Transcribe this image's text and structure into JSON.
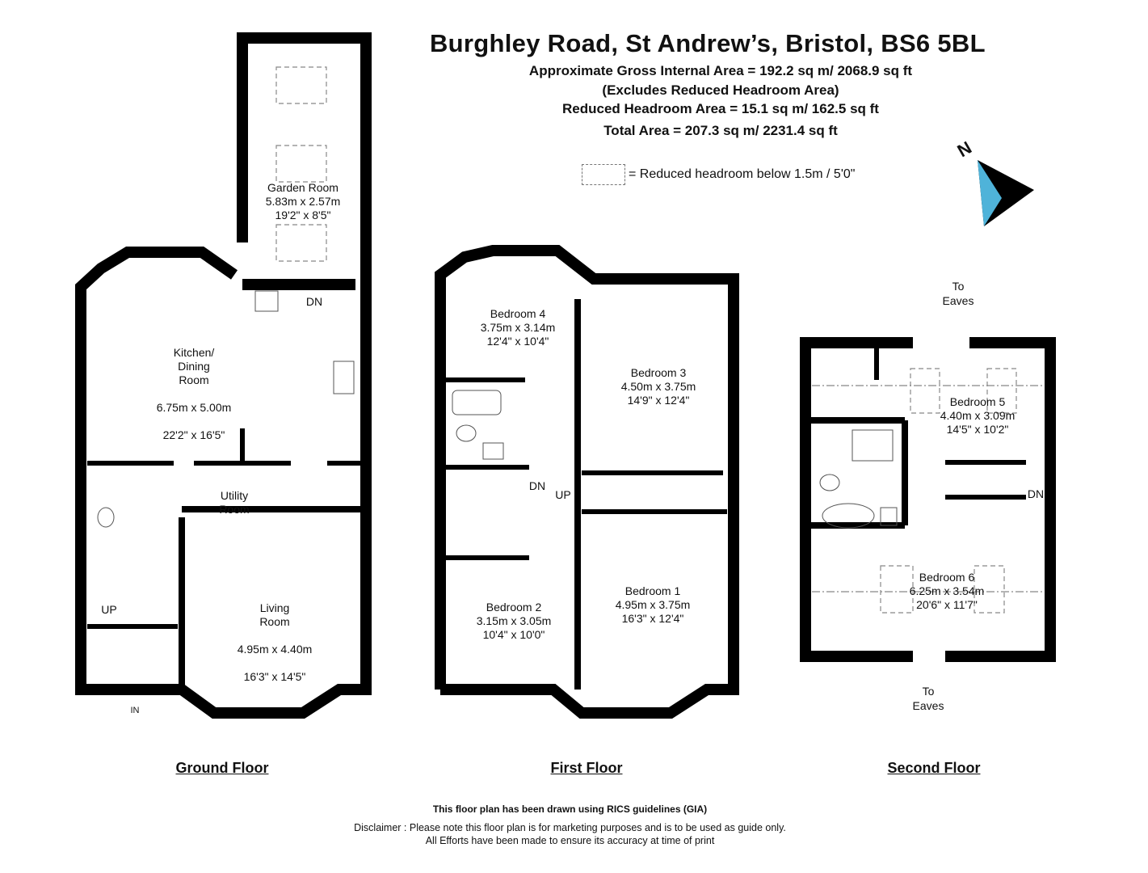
{
  "header": {
    "title": "Burghley Road, St Andrew’s, Bristol, BS6 5BL",
    "gross_area": "Approximate Gross Internal Area = 192.2 sq m/ 2068.9 sq ft",
    "excludes": "(Excludes Reduced Headroom Area)",
    "reduced_area": "Reduced Headroom Area = 15.1 sq m/ 162.5 sq ft",
    "total_area": "Total Area = 207.3 sq m/ 2231.4 sq ft",
    "legend": "= Reduced headroom below 1.5m / 5'0\""
  },
  "compass": {
    "label": "N",
    "color": "#4fb3d9"
  },
  "ground_floor": {
    "label": "Ground Floor",
    "rooms": [
      {
        "name": "Garden Room",
        "metric": "5.83m x 2.57m",
        "imperial": "19'2\" x 8'5\""
      },
      {
        "name": "Kitchen/\nDining\nRoom",
        "metric": "6.75m x 5.00m",
        "imperial": "22'2\" x 16'5\""
      },
      {
        "name": "Utility\nRoom"
      },
      {
        "name": "Living\nRoom",
        "metric": "4.95m x 4.40m",
        "imperial": "16'3\" x 14'5\""
      }
    ],
    "marks": {
      "dn": "DN",
      "up": "UP",
      "in": "IN"
    }
  },
  "first_floor": {
    "label": "First Floor",
    "rooms": [
      {
        "name": "Bedroom 4",
        "metric": "3.75m x 3.14m",
        "imperial": "12'4\" x 10'4\""
      },
      {
        "name": "Bedroom 3",
        "metric": "4.50m x 3.75m",
        "imperial": "14'9\" x 12'4\""
      },
      {
        "name": "Bedroom 2",
        "metric": "3.15m x 3.05m",
        "imperial": "10'4\" x 10'0\""
      },
      {
        "name": "Bedroom 1",
        "metric": "4.95m x 3.75m",
        "imperial": "16'3\" x 12'4\""
      }
    ],
    "marks": {
      "dn": "DN",
      "up": "UP"
    }
  },
  "second_floor": {
    "label": "Second Floor",
    "rooms": [
      {
        "name": "Bedroom 5",
        "metric": "4.40m x 3.09m",
        "imperial": "14'5\" x 10'2\""
      },
      {
        "name": "Bedroom 6",
        "metric": "6.25m x 3.54m",
        "imperial": "20'6\" x 11'7\""
      }
    ],
    "marks": {
      "dn": "DN",
      "to_eaves_top": "To\nEaves",
      "to_eaves_bottom": "To\nEaves"
    }
  },
  "footer": {
    "rics": "This floor plan has been drawn using RICS guidelines (GIA)",
    "disclaimer": "Disclaimer : Please note this floor plan is for marketing purposes and is to be used as guide only.",
    "accuracy": "All Efforts have been made to ensure its accuracy at time of print"
  }
}
